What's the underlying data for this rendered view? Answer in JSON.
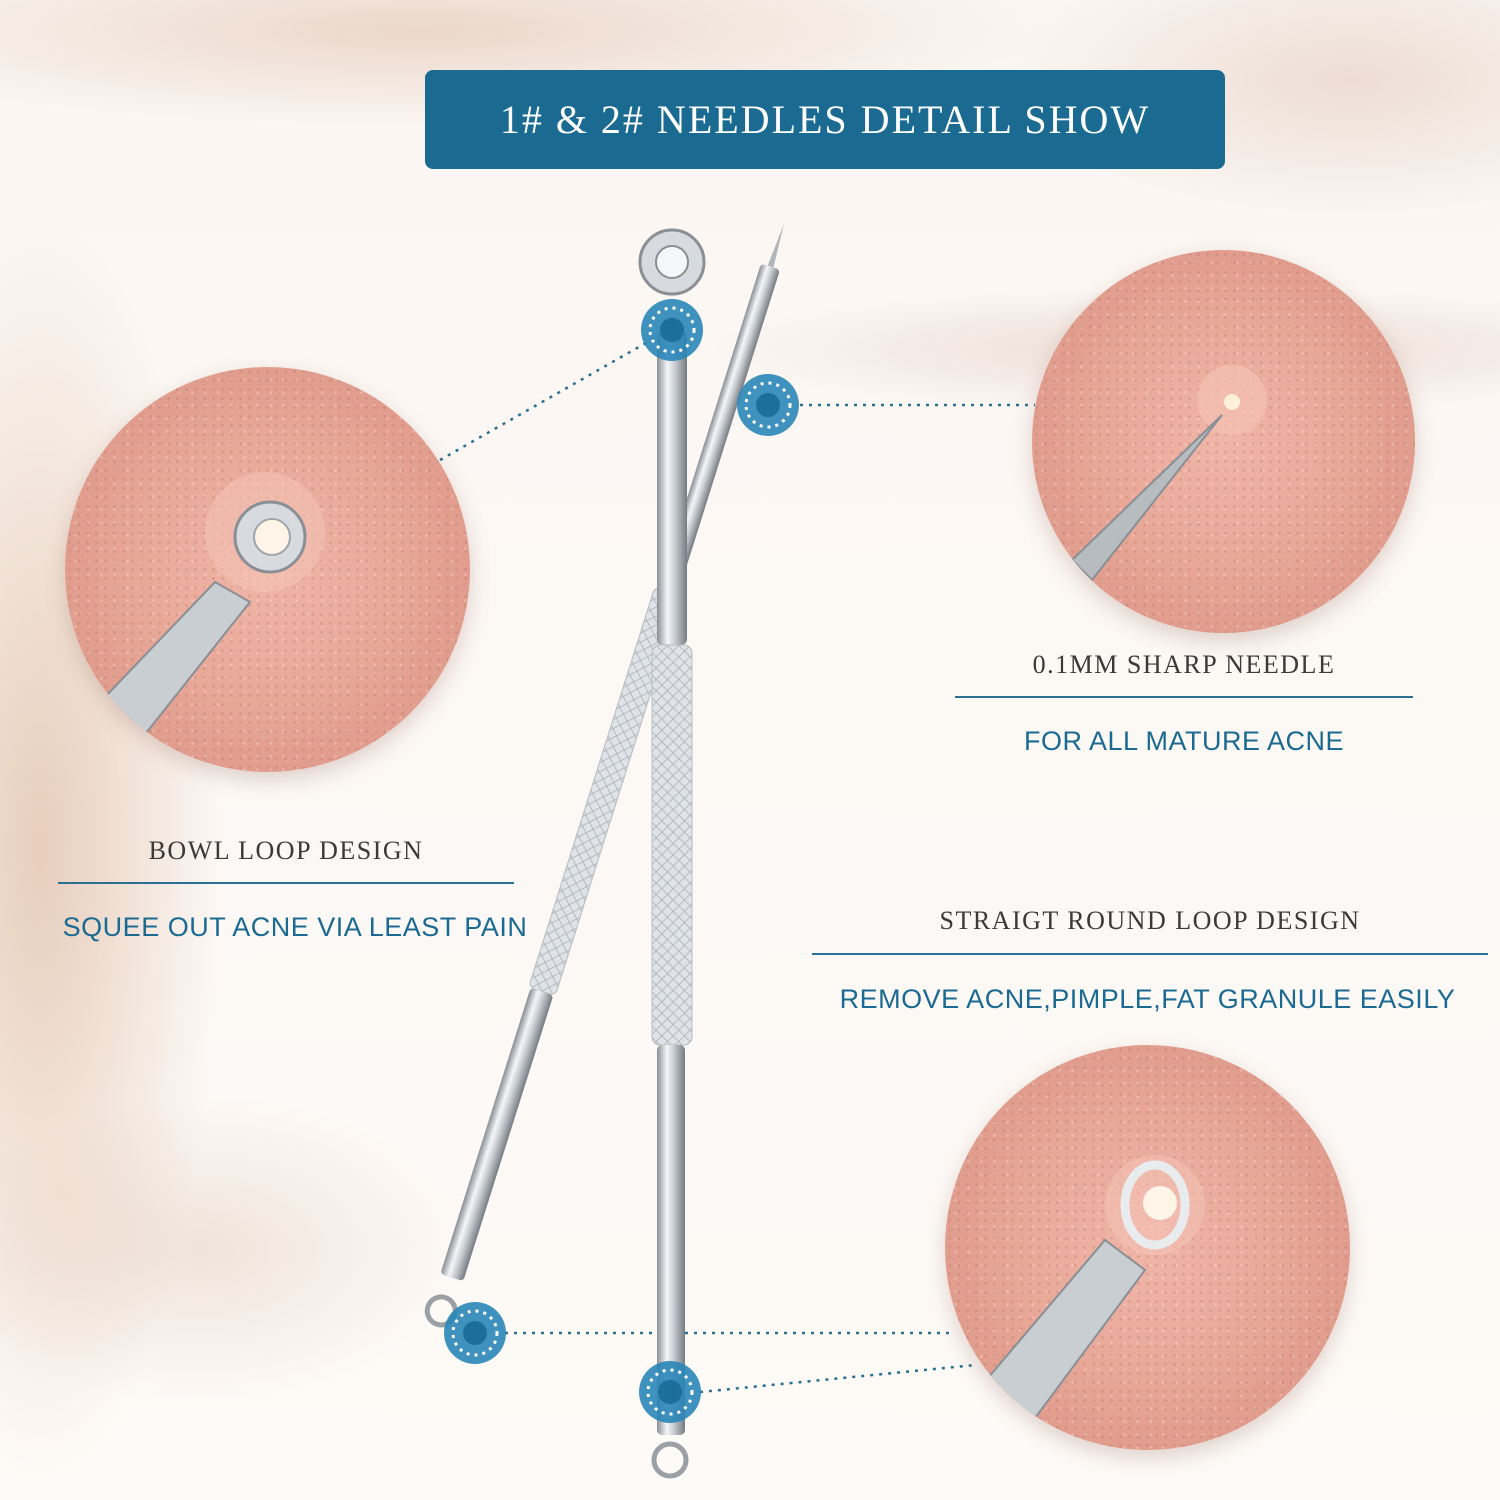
{
  "header": {
    "title": "1# & 2# NEEDLES DETAIL SHOW"
  },
  "features": [
    {
      "heading": "BOWL LOOP DESIGN",
      "description": "SQUEE OUT ACNE VIA LEAST PAIN"
    },
    {
      "heading": "0.1MM SHARP NEEDLE",
      "description": "FOR ALL MATURE ACNE"
    },
    {
      "heading": "STRAIGT ROUND LOOP DESIGN",
      "description": "REMOVE ACNE,PIMPLE,FAT GRANULE EASILY"
    }
  ],
  "colors": {
    "accent": "#1b6a92",
    "heading_text": "#3a3a3a",
    "skin": "#e8a898"
  }
}
